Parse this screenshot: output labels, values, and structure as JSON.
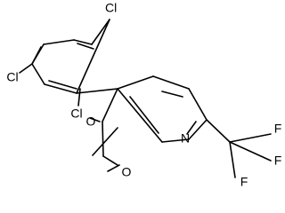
{
  "molecule": {
    "colors": {
      "bond": "#000000",
      "label": "#000000",
      "background": "#ffffff"
    },
    "labels": {
      "cl_top": "Cl",
      "cl_left": "Cl",
      "cl_mid": "Cl",
      "n_ring": "N",
      "ester_o_carbonyl": "O",
      "ester_o_methoxy": "O",
      "f_top": "F",
      "f_right": "F",
      "f_bottom": "F"
    }
  }
}
